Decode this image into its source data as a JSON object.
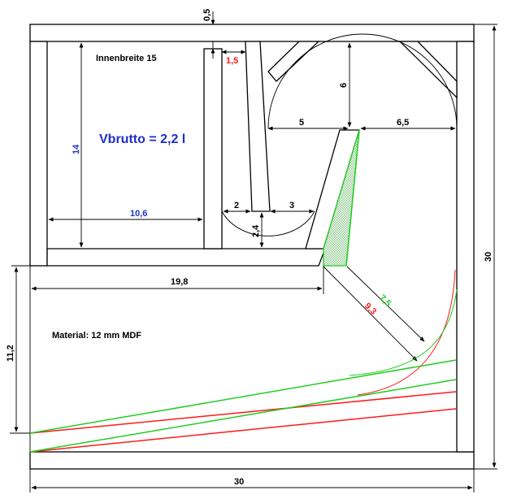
{
  "diagram": {
    "labels": {
      "top_gap": "0,5",
      "inner_width": "Innenbreite 15",
      "slot_gap": "1,5",
      "arc_height": "6",
      "dim_5": "5",
      "dim_6_5": "6,5",
      "dim_14": "14",
      "volume": "Vbrutto = 2,2 l",
      "dim_10_6": "10,6",
      "dim_2": "2",
      "dim_3": "3",
      "dim_2_4": "2,4",
      "height_30": "30",
      "dim_19_8": "19,8",
      "dim_7_5": "7,5",
      "dim_9_3": "9,3",
      "dim_11_2": "11,2",
      "material": "Material: 12 mm MDF",
      "width_30": "30"
    },
    "colors": {
      "line": "#000000",
      "blue": "#1f2fc8",
      "red": "#ff1a1a",
      "green": "#22cc22",
      "hatch": "#9ad09a"
    }
  }
}
